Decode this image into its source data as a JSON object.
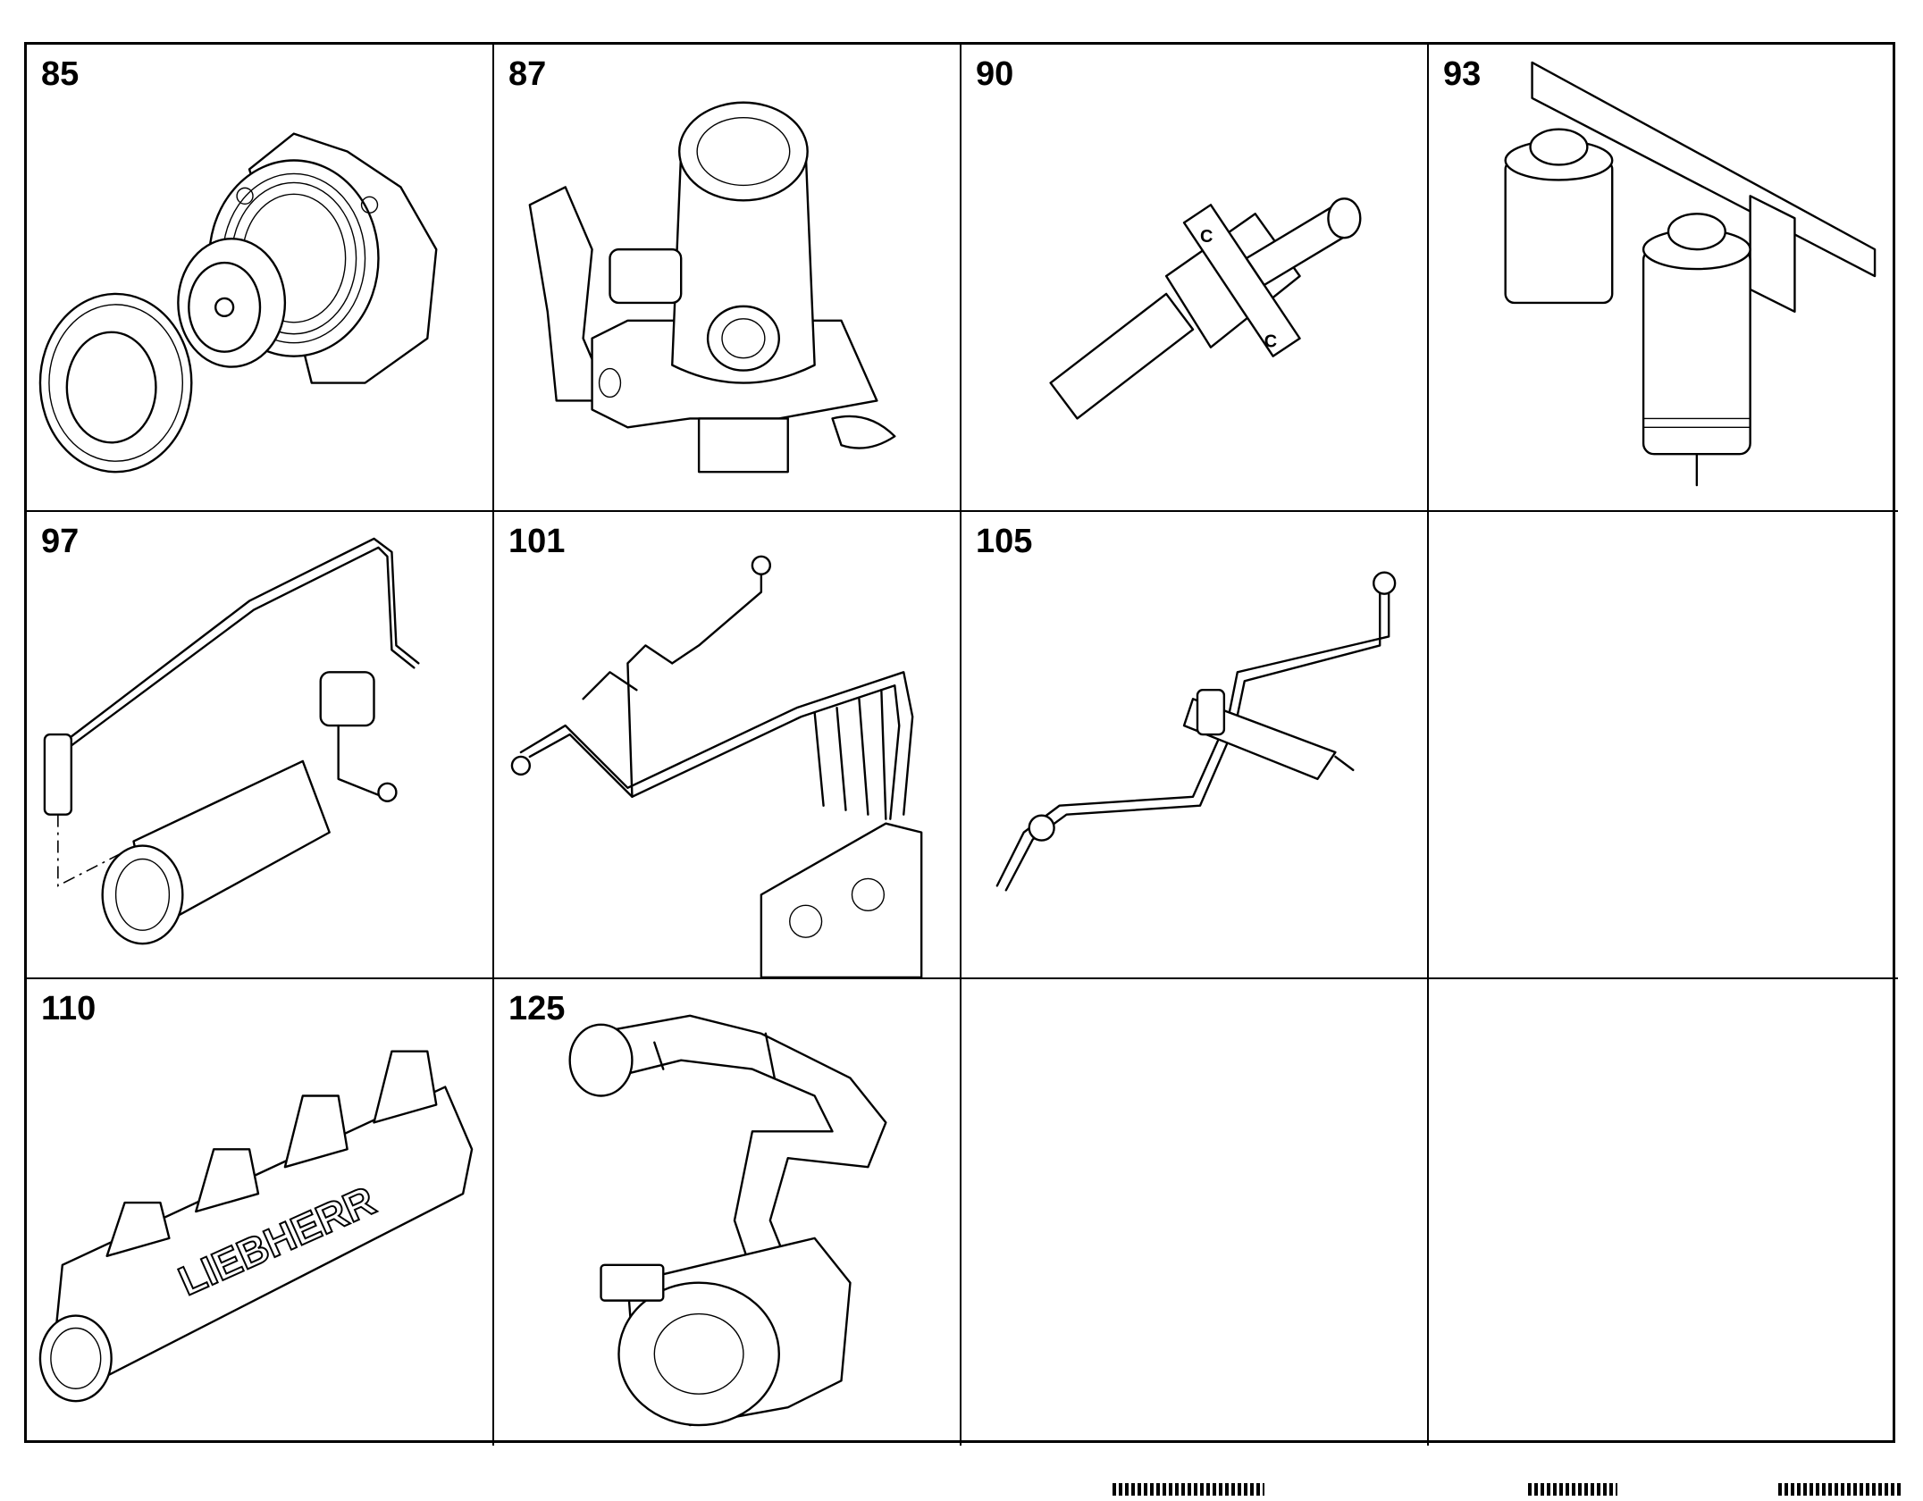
{
  "cells": [
    {
      "position": "85",
      "icon": "alternator-icon"
    },
    {
      "position": "87",
      "icon": "fuel-feed-pump-icon"
    },
    {
      "position": "90",
      "icon": "injection-nozzle-holder-icon"
    },
    {
      "position": "93",
      "icon": "fuel-filter-assembly-icon"
    },
    {
      "position": "97",
      "icon": "glow-plug-line-icon"
    },
    {
      "position": "101",
      "icon": "injection-lines-icon"
    },
    {
      "position": "105",
      "icon": "injector-fuel-line-icon"
    },
    {
      "position": "",
      "icon": ""
    },
    {
      "position": "110",
      "icon": "intake-manifold-icon"
    },
    {
      "position": "125",
      "icon": "turbocharger-hose-icon"
    },
    {
      "position": "",
      "icon": ""
    },
    {
      "position": "",
      "icon": ""
    }
  ],
  "manifold_lettering": "LIEBHERR"
}
